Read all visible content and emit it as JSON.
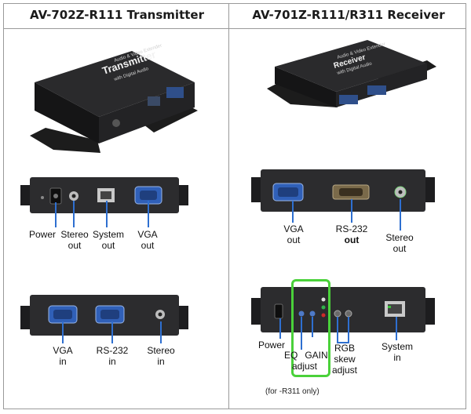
{
  "left": {
    "title": "AV-702Z-R111 Transmitter",
    "device_text": [
      "Audio & Video Extender",
      "Transmitter",
      "with Digital Audio"
    ],
    "panel1": {
      "labels": [
        {
          "line1": "Power",
          "line2": ""
        },
        {
          "line1": "Stereo",
          "line2": "out"
        },
        {
          "line1": "System",
          "line2": "out"
        },
        {
          "line1": "VGA",
          "line2": "out"
        }
      ]
    },
    "panel2": {
      "labels": [
        {
          "line1": "VGA",
          "line2": "in"
        },
        {
          "line1": "RS-232",
          "line2": "in"
        },
        {
          "line1": "Stereo",
          "line2": "in"
        }
      ]
    }
  },
  "right": {
    "title": "AV-701Z-R111/R311 Receiver",
    "device_text": [
      "Audio & Video Extender",
      "Receiver",
      "with Digital Audio"
    ],
    "panel1": {
      "labels": [
        {
          "line1": "VGA",
          "line2": "out"
        },
        {
          "line1": "RS-232",
          "line2": "out"
        },
        {
          "line1": "Stereo",
          "line2": "out"
        }
      ]
    },
    "panel2": {
      "labels": [
        {
          "line1": "Power",
          "line2": ""
        },
        {
          "line1": "EQ",
          "line2": "adjust"
        },
        {
          "line1": "GAIN",
          "line2": ""
        },
        {
          "line1": "RGB",
          "line2": "skew",
          "line3": "adjust"
        },
        {
          "line1": "System",
          "line2": "in"
        }
      ],
      "note": "(for -R311 only)"
    }
  },
  "colors": {
    "accent_lead": "#2e6fd0",
    "highlight": "#4ad13a",
    "panel": "#2c2c2e"
  }
}
